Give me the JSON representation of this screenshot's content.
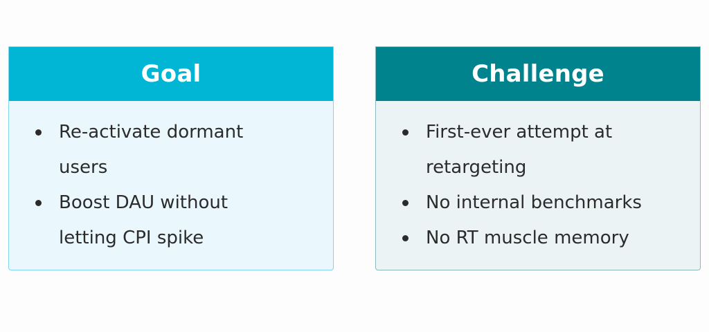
{
  "goal": {
    "title": "Goal",
    "items": [
      "Re-activate dormant users",
      "Boost DAU without letting CPI spike"
    ]
  },
  "challenge": {
    "title": "Challenge",
    "items": [
      "First-ever attempt at retargeting",
      "No internal benchmarks",
      "No RT muscle memory"
    ]
  },
  "colors": {
    "goal_header": "#00b6d4",
    "goal_body": "#eaf7fc",
    "challenge_header": "#00838c",
    "challenge_body": "#ebf3f4",
    "text": "#2b2b2b"
  }
}
